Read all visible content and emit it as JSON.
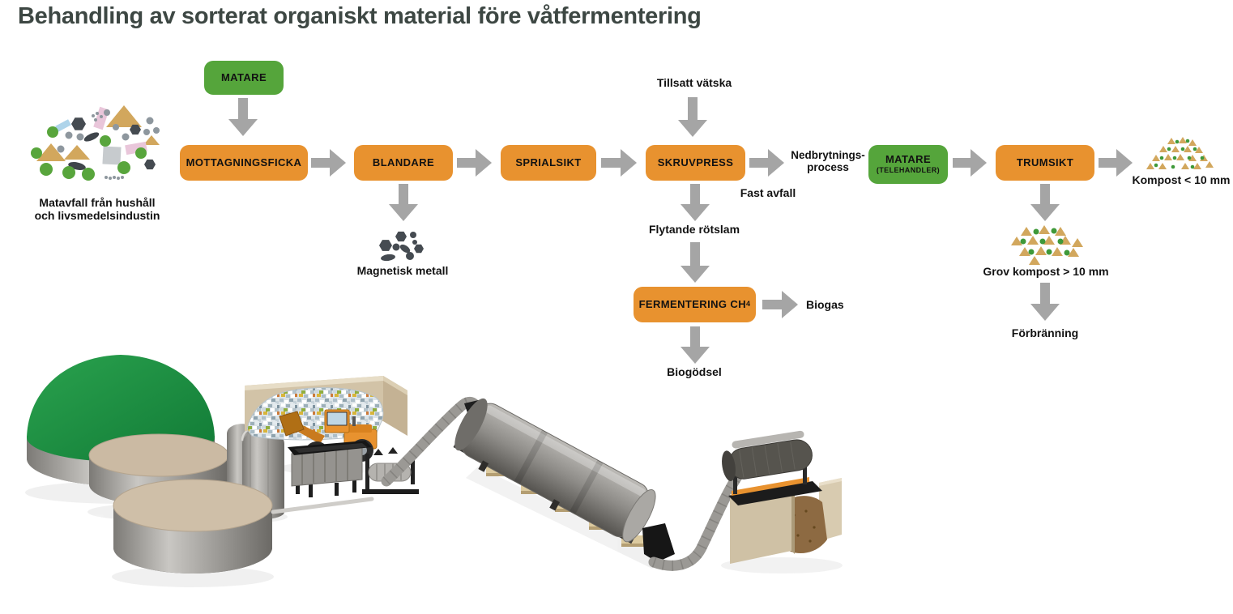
{
  "title": "Behandling av sorterat organiskt material före våtfermentering",
  "palette": {
    "box_orange": "#e8922f",
    "box_green": "#55a53b",
    "arrow_gray": "#a5a5a5",
    "title_color": "#3d4743",
    "text_color": "#121212"
  },
  "flow": {
    "source_line1": "Matavfall från hushåll",
    "source_line2": "och livsmedelsindustin",
    "matare_top": "MATARE",
    "mottagningsficka": "MOTTAGNINGSFICKA",
    "blandare": "BLANDARE",
    "magnetisk_metall": "Magnetisk metall",
    "sprialsikt": "SPRIALSIKT",
    "tillsatt_vatska": "Tillsatt vätska",
    "skruvpress": "SKRUVPRESS",
    "nedbrytnings_line1": "Nedbrytnings-",
    "nedbrytnings_line2": "process",
    "fast_avfall": "Fast avfall",
    "flytande_rotslam": "Flytande rötslam",
    "fermentering_label": "FERMENTERING CH",
    "fermentering_subscript": "4",
    "biogas": "Biogas",
    "biogodsel": "Biogödsel",
    "matare_tele_line1": "MATARE",
    "matare_tele_line2": "(TELEHANDLER)",
    "trumsikt": "TRUMSIKT",
    "kompost_fin": "Kompost < 10 mm",
    "kompost_grov": "Grov kompost > 10 mm",
    "forbranning": "Förbränning"
  },
  "icons": {
    "waste_pile": "mixed-waste-pile-icon",
    "magnetic_metal": "magnetic-metal-icon",
    "compost_fine": "fine-compost-icon",
    "compost_coarse": "coarse-compost-icon"
  }
}
